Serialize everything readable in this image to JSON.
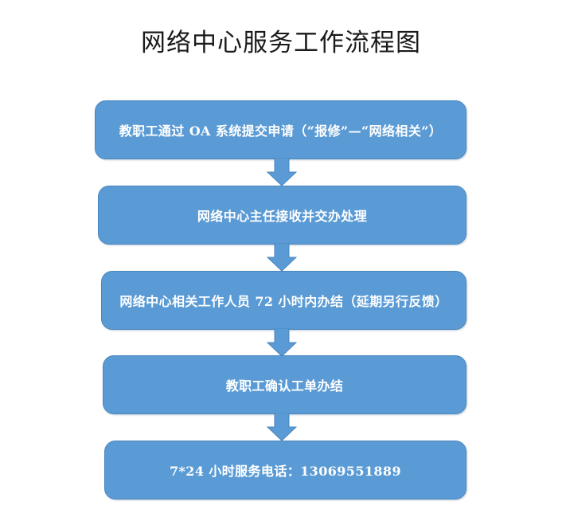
{
  "document": {
    "title": "网络中心服务工作流程图",
    "background_color": "#ffffff",
    "title_color": "#1a1a1a"
  },
  "flowchart": {
    "node_fill_color": "#5b9bd5",
    "node_border_color": "#4a86bd",
    "node_text_color": "#ffffff",
    "arrow_fill_color": "#5b9bd5",
    "arrow_border_color": "#4a86bd",
    "direction": "top-to-bottom",
    "nodes": [
      {
        "id": "submit-request",
        "label": "教职工通过 OA 系统提交申请（“报修”—“网络相关”）",
        "shape": "rounded-rectangle"
      },
      {
        "id": "director-receive",
        "label": "网络中心主任接收并交办处理",
        "shape": "rounded-rectangle"
      },
      {
        "id": "staff-complete",
        "label": "网络中心相关工作人员 72 小时内办结（延期另行反馈）",
        "shape": "rounded-rectangle"
      },
      {
        "id": "staff-confirm",
        "label": "教职工确认工单办结",
        "shape": "rounded-rectangle"
      },
      {
        "id": "service-hotline",
        "label": "7*24 小时服务电话：13069551889",
        "shape": "rounded-rectangle"
      }
    ],
    "connectors": [
      {
        "id": "arrow-1",
        "from": "submit-request",
        "to": "director-receive",
        "glyph": "down-arrow"
      },
      {
        "id": "arrow-2",
        "from": "director-receive",
        "to": "staff-complete",
        "glyph": "down-arrow"
      },
      {
        "id": "arrow-3",
        "from": "staff-complete",
        "to": "staff-confirm",
        "glyph": "down-arrow"
      },
      {
        "id": "arrow-4",
        "from": "staff-confirm",
        "to": "service-hotline",
        "glyph": "down-arrow"
      }
    ]
  }
}
